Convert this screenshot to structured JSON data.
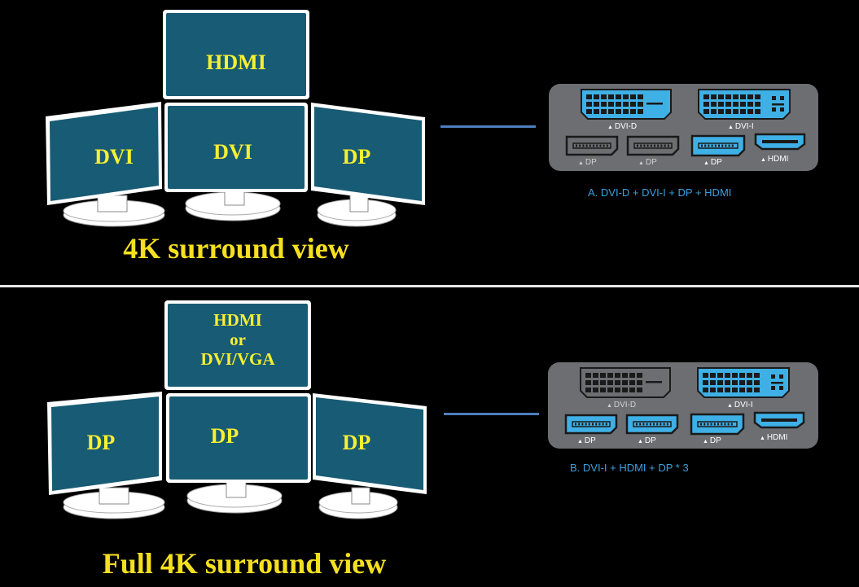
{
  "colors": {
    "background": "#000000",
    "screen": "#185b74",
    "monitor_frame": "#ffffff",
    "label_yellow": "#f5f032",
    "connector_line": "#4d7fc0",
    "panel_gray": "#6d6e72",
    "port_active": "#3fb0e6",
    "port_inactive": "#6d6e72",
    "config_text": "#3aa0e0"
  },
  "sections": [
    {
      "id": "top",
      "caption": "4K surround view",
      "monitors": {
        "top": [
          "HDMI"
        ],
        "left": [
          "DVI"
        ],
        "center": [
          "DVI"
        ],
        "right": [
          "DP"
        ]
      },
      "panel": {
        "ports": [
          {
            "name": "DVI-D",
            "type": "dvi-d",
            "active": true
          },
          {
            "name": "DVI-I",
            "type": "dvi-i",
            "active": true
          },
          {
            "name": "DP",
            "type": "dp",
            "active": false
          },
          {
            "name": "DP",
            "type": "dp",
            "active": false
          },
          {
            "name": "DP",
            "type": "dp",
            "active": true
          },
          {
            "name": "HDMI",
            "type": "hdmi",
            "active": true
          }
        ],
        "config_label": "A. DVI-D + DVI-I + DP + HDMI"
      }
    },
    {
      "id": "bottom",
      "caption": "Full 4K surround view",
      "monitors": {
        "top": [
          "HDMI",
          "or",
          "DVI/VGA"
        ],
        "left": [
          "DP"
        ],
        "center": [
          "DP"
        ],
        "right": [
          "DP"
        ]
      },
      "panel": {
        "ports": [
          {
            "name": "DVI-D",
            "type": "dvi-d",
            "active": false
          },
          {
            "name": "DVI-I",
            "type": "dvi-i",
            "active": true
          },
          {
            "name": "DP",
            "type": "dp",
            "active": true
          },
          {
            "name": "DP",
            "type": "dp",
            "active": true
          },
          {
            "name": "DP",
            "type": "dp",
            "active": true
          },
          {
            "name": "HDMI",
            "type": "hdmi",
            "active": true
          }
        ],
        "config_label": "B. DVI-I + HDMI + DP * 3"
      }
    }
  ]
}
